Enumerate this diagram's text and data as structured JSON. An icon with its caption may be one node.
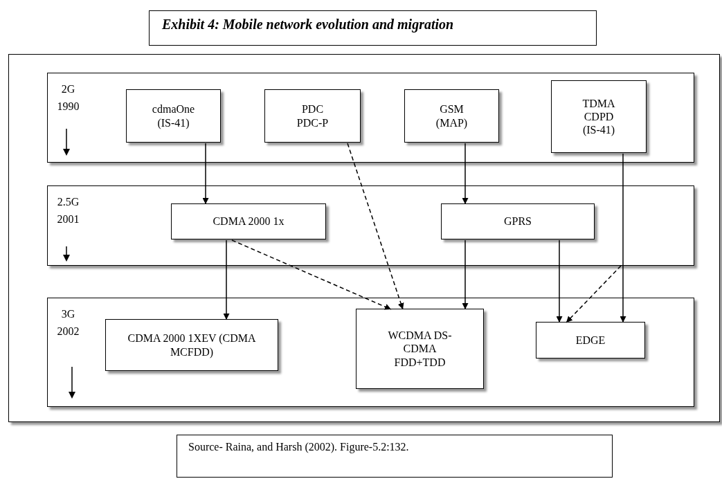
{
  "diagram": {
    "title": "Exhibit 4: Mobile network evolution and migration",
    "caption": "Source- Raina, and Harsh (2002). Figure-5.2:132.",
    "nodes": [
      {
        "text": [],
        "shape": "box"
      },
      {
        "text": [
          "2G 1990"
        ],
        "in": 0
      },
      {
        "text": [
          "cdmaOne (IS-41)"
        ],
        "in": 1
      },
      {
        "text": [
          "PDC PDC-P"
        ],
        "in": 1
      },
      {
        "text": [
          "GSM (MAP)"
        ],
        "in": 1
      },
      {
        "text": [
          "TDMA CDPD (IS-41)"
        ],
        "in": 1
      },
      {
        "text": [
          "2.5G 2001"
        ],
        "in": 0
      },
      {
        "text": [
          "CDMA 2000 1x"
        ],
        "in": 6
      },
      {
        "text": [
          "GPRS"
        ],
        "in": 6
      },
      {
        "text": [
          "3G 2002"
        ],
        "in": 0
      },
      {
        "text": [
          "CDMA 2000 1XEV (CDMA MCFDD)"
        ],
        "in": 9
      },
      {
        "text": [
          "WCDMA DS-CDMA FDD+TDD"
        ],
        "in": 9
      },
      {
        "text": [
          "EDGE"
        ],
        "in": 9
      }
    ],
    "edges": [
      {
        "from": 2,
        "to": 7,
        "arrow": "to"
      },
      {
        "from": 3,
        "to": 11,
        "arrow": "to",
        "style": "dashed"
      },
      {
        "from": 4,
        "to": 8,
        "arrow": "to"
      },
      {
        "from": 5,
        "to": 12,
        "arrow": "to"
      },
      {
        "from": 7,
        "to": 10,
        "arrow": "to"
      },
      {
        "from": 7,
        "to": 11,
        "arrow": "to",
        "style": "dashed"
      },
      {
        "from": 8,
        "to": 11,
        "arrow": "to"
      },
      {
        "from": 8,
        "to": 12,
        "arrow": "to"
      },
      {
        "from": 6,
        "to": 12,
        "arrow": "to",
        "style": "dashed"
      }
    ]
  }
}
